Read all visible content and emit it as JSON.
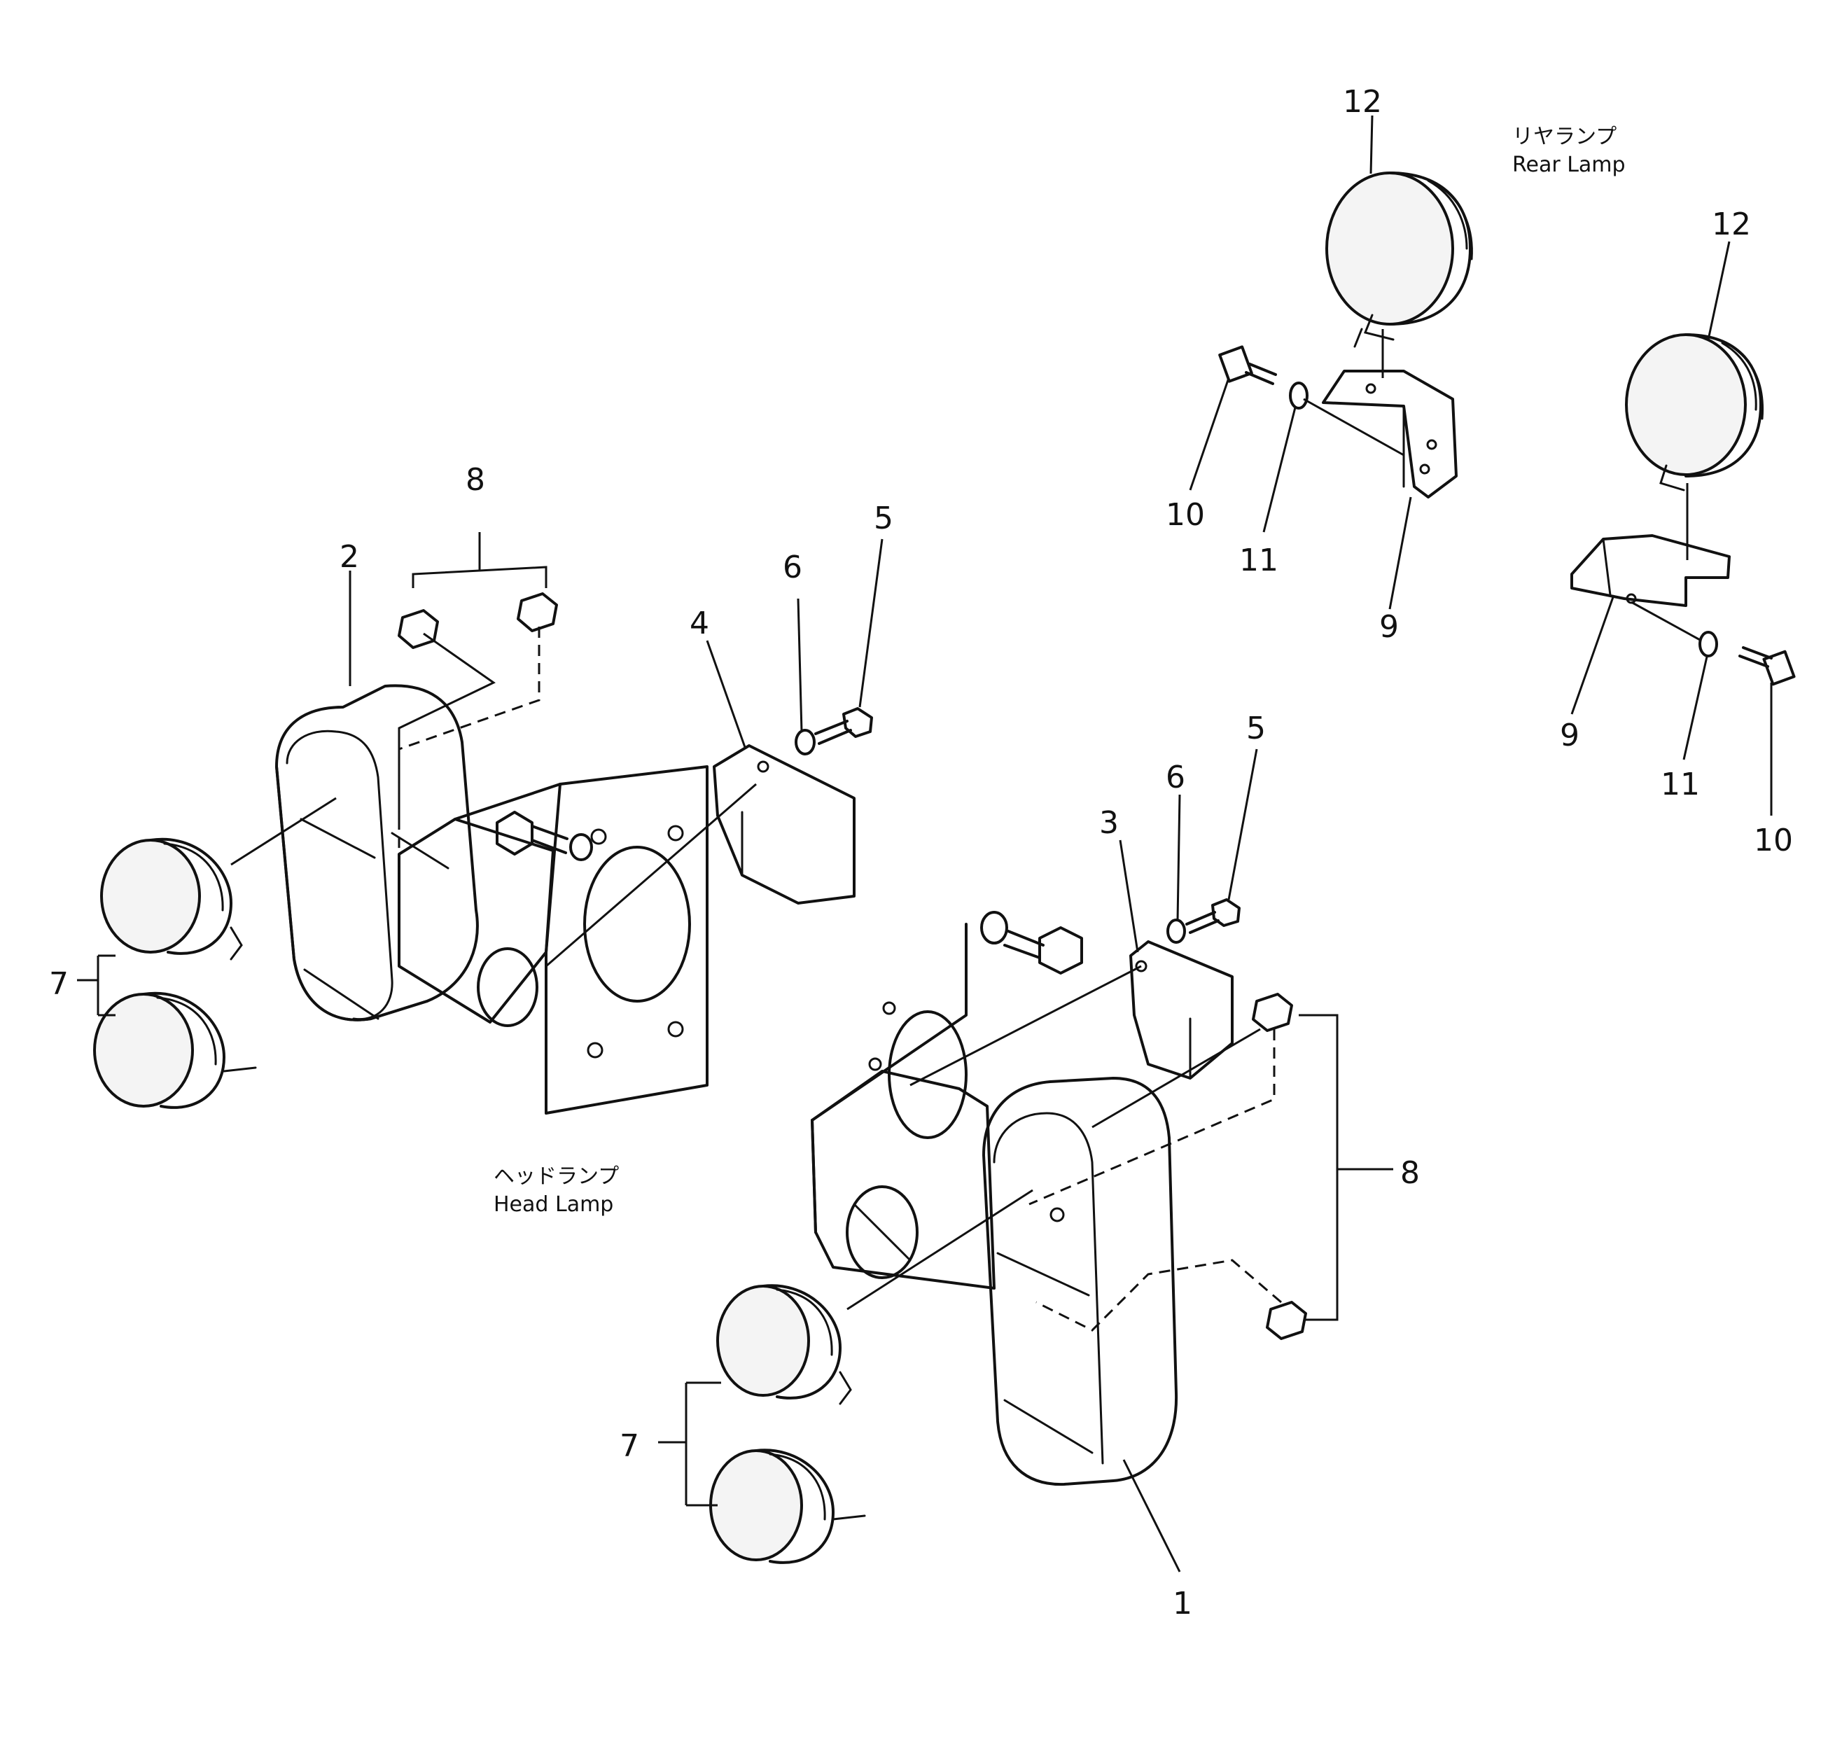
{
  "callouts": {
    "head_left": {
      "c1": "8",
      "c2": "2",
      "c3": "4",
      "c4": "6",
      "c5": "5",
      "c6": "7"
    },
    "head_right": {
      "c1": "3",
      "c2": "6",
      "c3": "5",
      "c4": "8",
      "c5": "7",
      "c6": "1"
    },
    "rear_left": {
      "c1": "12",
      "c2": "10",
      "c3": "11",
      "c4": "9"
    },
    "rear_right": {
      "c1": "12",
      "c2": "9",
      "c3": "11",
      "c4": "10"
    }
  },
  "captions": {
    "rear_lamp_jp": "リヤランプ",
    "rear_lamp_en": "Rear Lamp",
    "head_lamp_jp": "ヘッドランプ",
    "head_lamp_en": "Head Lamp"
  }
}
